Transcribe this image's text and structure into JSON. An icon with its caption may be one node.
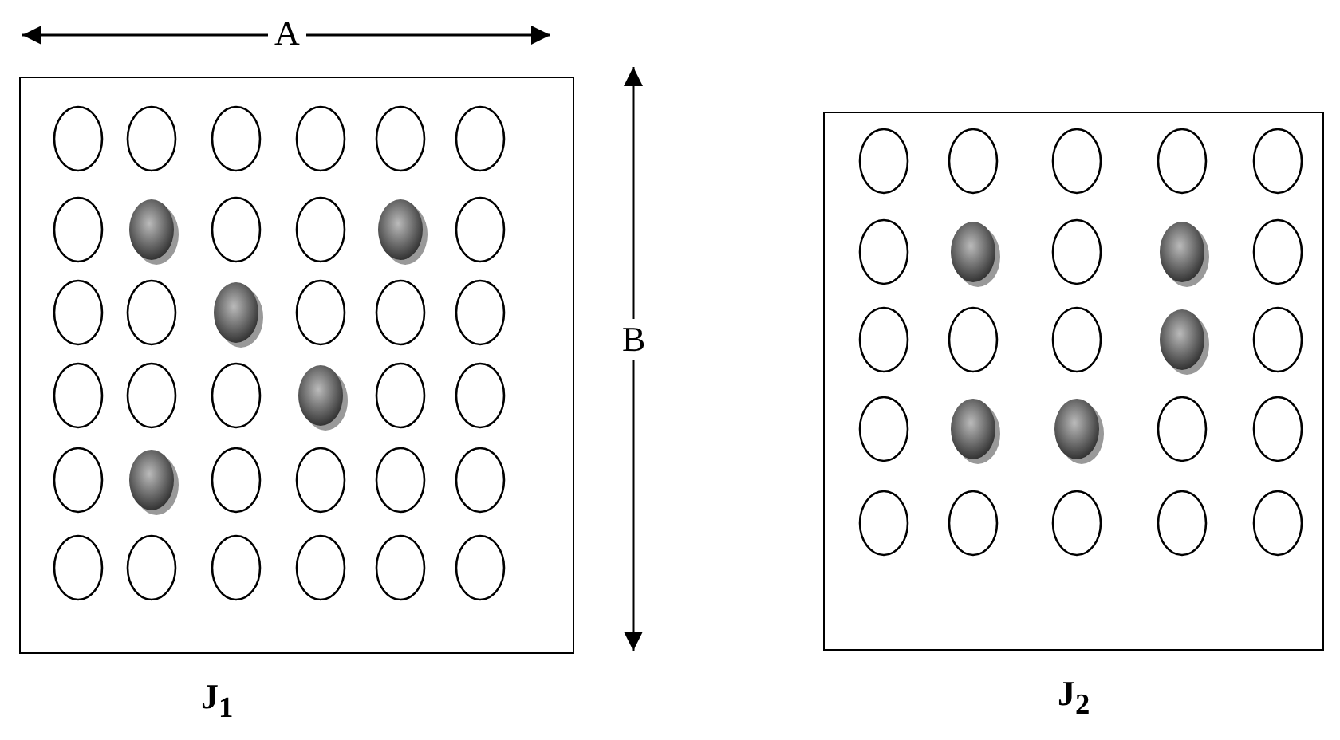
{
  "diagram": {
    "nodes": [
      {
        "text": [
          "**J$_{1}$**"
        ]
      },
      {
        "text": [
          "**J$_{2}$**"
        ]
      }
    ],
    "edges": [],
    "labels": [
      "A",
      "B"
    ]
  }
}
